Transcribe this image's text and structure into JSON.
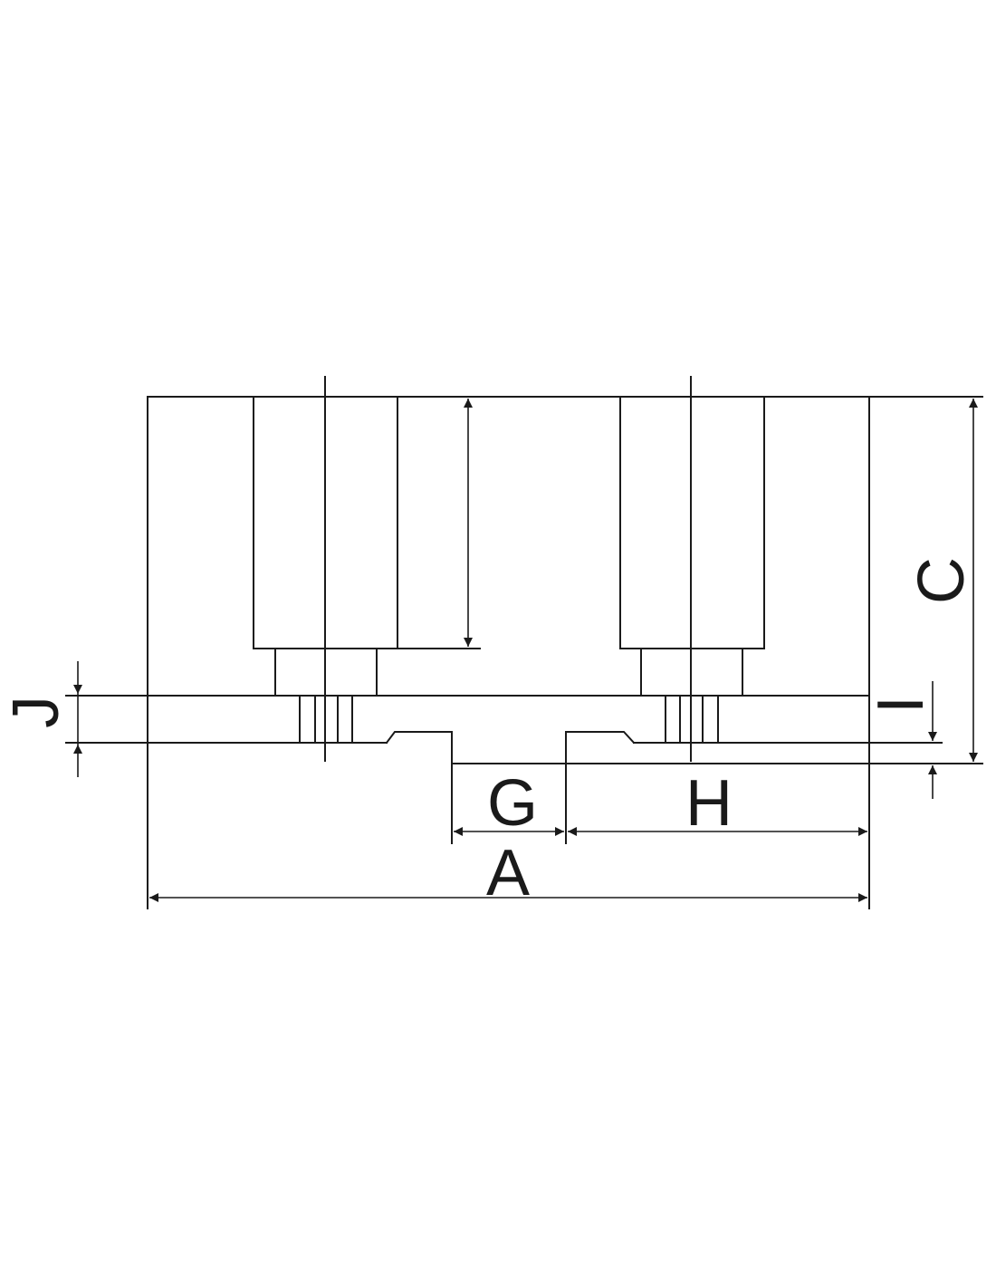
{
  "diagram": {
    "labels": {
      "A": "A",
      "C": "C",
      "G": "G",
      "H": "H",
      "I": "I",
      "J": "J"
    },
    "line_color": "#1a1a1a",
    "background": "#ffffff"
  }
}
